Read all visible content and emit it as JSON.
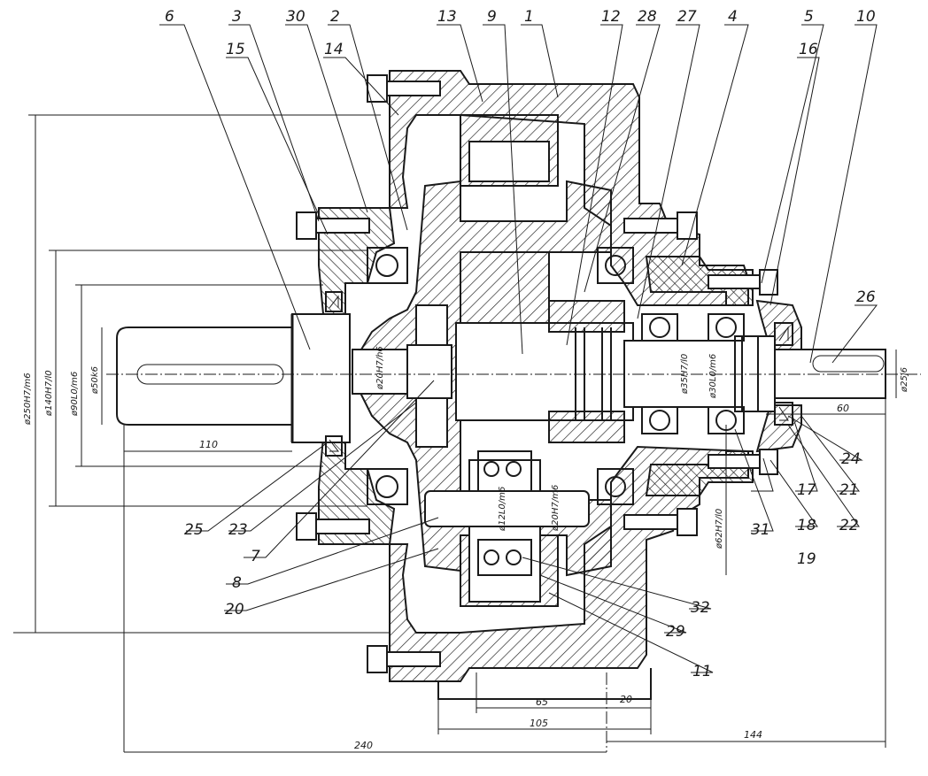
{
  "part_labels": {
    "top": [
      {
        "id": "p6",
        "text": "6"
      },
      {
        "id": "p3",
        "text": "3"
      },
      {
        "id": "p15",
        "text": "15"
      },
      {
        "id": "p30",
        "text": "30"
      },
      {
        "id": "p2",
        "text": "2"
      },
      {
        "id": "p14",
        "text": "14"
      },
      {
        "id": "p13",
        "text": "13"
      },
      {
        "id": "p9",
        "text": "9"
      },
      {
        "id": "p1",
        "text": "1"
      },
      {
        "id": "p12",
        "text": "12"
      },
      {
        "id": "p28",
        "text": "28"
      },
      {
        "id": "p27",
        "text": "27"
      },
      {
        "id": "p4",
        "text": "4"
      },
      {
        "id": "p5",
        "text": "5"
      },
      {
        "id": "p16",
        "text": "16"
      },
      {
        "id": "p10",
        "text": "10"
      },
      {
        "id": "p26",
        "text": "26"
      }
    ],
    "bottom": [
      {
        "id": "p25",
        "text": "25"
      },
      {
        "id": "p23",
        "text": "23"
      },
      {
        "id": "p7",
        "text": "7"
      },
      {
        "id": "p8",
        "text": "8"
      },
      {
        "id": "p20",
        "text": "20"
      },
      {
        "id": "p32",
        "text": "32"
      },
      {
        "id": "p29",
        "text": "29"
      },
      {
        "id": "p11",
        "text": "11"
      },
      {
        "id": "p31",
        "text": "31"
      },
      {
        "id": "p17",
        "text": "17"
      },
      {
        "id": "p18",
        "text": "18"
      },
      {
        "id": "p19",
        "text": "19"
      },
      {
        "id": "p21",
        "text": "21"
      },
      {
        "id": "p22",
        "text": "22"
      },
      {
        "id": "p24",
        "text": "24"
      }
    ]
  },
  "dimensions": {
    "d110": "110",
    "d60": "60",
    "d65": "65",
    "d20": "20",
    "d105": "105",
    "d240": "240",
    "d144": "144",
    "fit_250": "ø250H7/m6",
    "fit_140": "ø140H7/l0",
    "fit_90": "ø90L0/m6",
    "fit_50": "ø50k6",
    "fit_25": "ø25j6",
    "fit_62": "ø62H7/l0",
    "fit_35": "ø35H7/l0",
    "fit_30": "ø30L0/m6",
    "fit_20a": "ø20H7/h6",
    "fit_20b": "ø20H7/m6",
    "fit_12": "ø12L0/m6"
  }
}
